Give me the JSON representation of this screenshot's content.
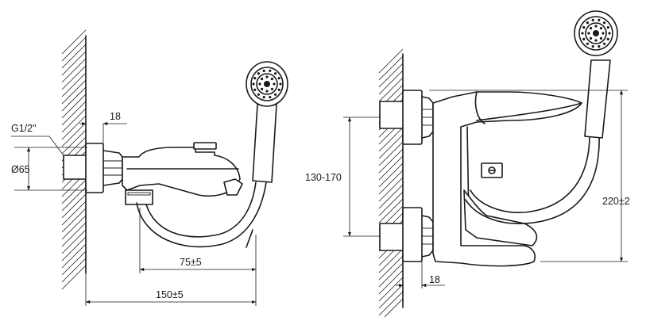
{
  "labels": {
    "thread": "G1/2\"",
    "diameter": "Ø65",
    "offset_left": "18",
    "spout_reach": "75±5",
    "total_depth": "150±5",
    "center_range": "130-170",
    "height": "220±2",
    "offset_right": "18"
  },
  "icons": [
    "wall-hatch",
    "hand-shower",
    "mixer-body",
    "hose"
  ]
}
